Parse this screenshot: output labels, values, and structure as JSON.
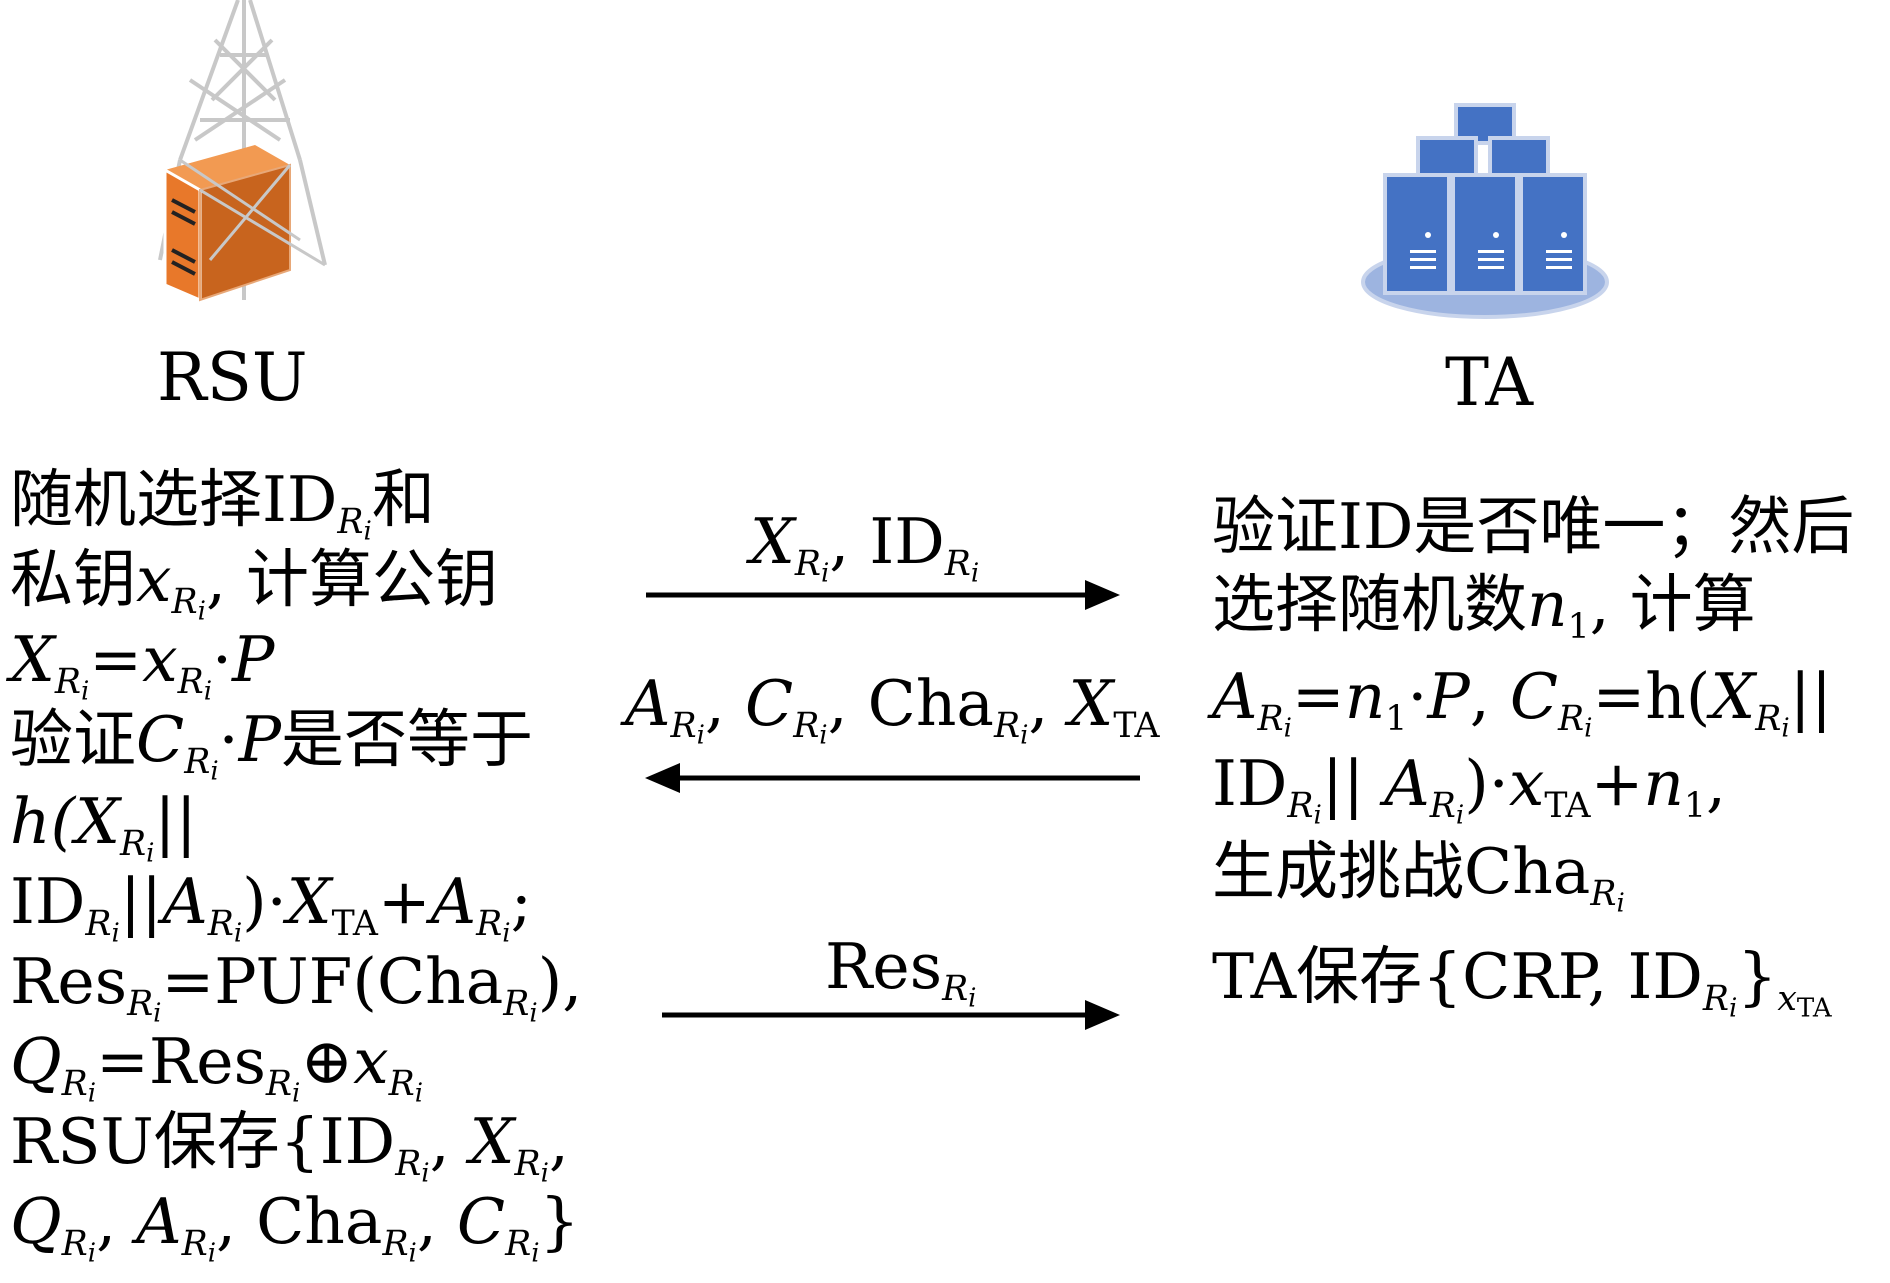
{
  "rsu": {
    "label": "RSU",
    "steps": [
      [
        "随机选择",
        "ID",
        "R",
        "i",
        "和"
      ],
      [
        "私钥",
        "x",
        "R",
        "i",
        ", 计算公钥"
      ],
      [
        "X",
        "R",
        "i",
        "=",
        "x",
        "R",
        "i",
        "·",
        "P"
      ],
      [
        "验证",
        "C",
        "R",
        "i",
        "·",
        "P",
        "是否等于"
      ],
      [
        "h(",
        "X",
        "R",
        "i",
        "||"
      ],
      [
        "ID",
        "R",
        "i",
        "||",
        "A",
        "R",
        "i",
        ")·",
        "X",
        "TA",
        "+",
        "A",
        "R",
        "i",
        ";"
      ],
      [
        "Res",
        "R",
        "i",
        "=PUF(",
        "Cha",
        "R",
        "i",
        "),"
      ],
      [
        "Q",
        "R",
        "i",
        "=",
        "Res",
        "R",
        "i",
        "⊕",
        "x",
        "R",
        "i"
      ],
      [
        "RSU保存{",
        "ID",
        "R",
        "i",
        ", ",
        "X",
        "R",
        "i",
        ","
      ],
      [
        "Q",
        "R",
        "i",
        ", ",
        "A",
        "R",
        "i",
        ", ",
        "Cha",
        "R",
        "i",
        ", ",
        "C",
        "R",
        "i",
        "}"
      ]
    ]
  },
  "ta": {
    "label": "TA",
    "steps": [
      [
        "验证ID是否唯一；然后"
      ],
      [
        "选择随机数",
        "n",
        "1",
        ", 计算"
      ],
      [
        "A",
        "R",
        "i",
        "=",
        "n",
        "1",
        "·",
        "P",
        ", ",
        "C",
        "R",
        "i",
        "=h(",
        "X",
        "R",
        "i",
        "||"
      ],
      [
        "ID",
        "R",
        "i",
        "|| ",
        "A",
        "R",
        "i",
        ")·",
        "x",
        "TA",
        "+",
        "n",
        "1",
        ","
      ],
      [
        "生成挑战",
        "Cha",
        "R",
        "i"
      ],
      [
        "TA保存{CRP, ",
        "ID",
        "R",
        "i",
        "}",
        "x",
        "TA"
      ]
    ]
  },
  "messages": [
    {
      "parts": [
        "X",
        "R",
        "i",
        ", ",
        "ID",
        "R",
        "i"
      ],
      "direction": "right"
    },
    {
      "parts": [
        "A",
        "R",
        "i",
        ", ",
        "C",
        "R",
        "i",
        ", ",
        "Cha",
        "R",
        "i",
        ", ",
        "X",
        "TA"
      ],
      "direction": "left"
    },
    {
      "parts": [
        "Res",
        "R",
        "i"
      ],
      "direction": "right"
    }
  ]
}
